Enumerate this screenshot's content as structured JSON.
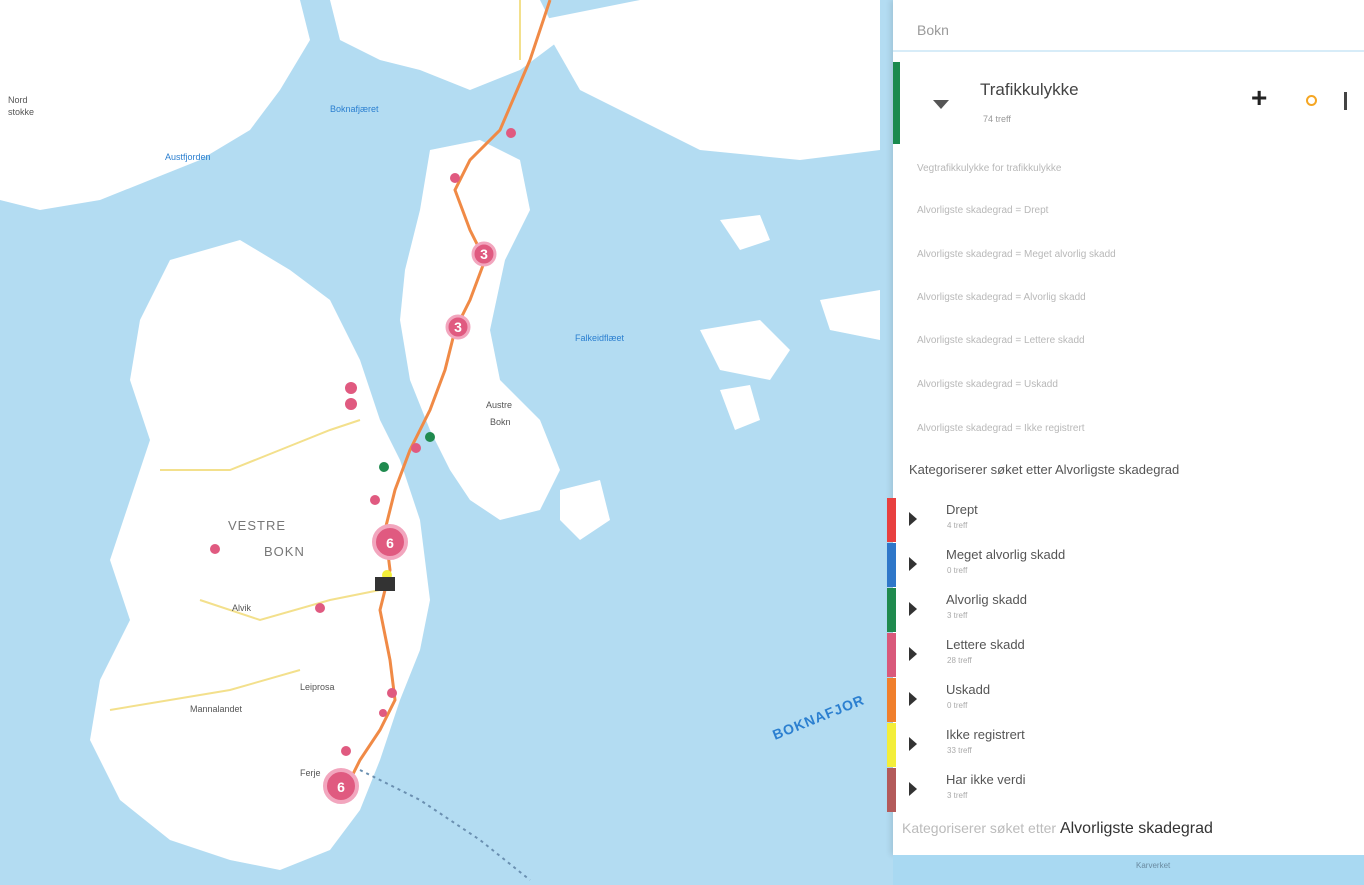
{
  "map": {
    "places": [
      {
        "id": "nord-stokke",
        "text": "Nord\nstokke"
      },
      {
        "id": "stokke",
        "text": "stokke"
      },
      {
        "id": "boknafjord-top",
        "text": "Boknafjæret"
      },
      {
        "id": "austfjorden",
        "text": "Austfjorden"
      },
      {
        "id": "falkeidflaeet",
        "text": "Falkeidflæet"
      },
      {
        "id": "vestre-1",
        "text": "VESTRE"
      },
      {
        "id": "vestre-2",
        "text": "BOKN"
      },
      {
        "id": "austre-1",
        "text": "Austre"
      },
      {
        "id": "austre-2",
        "text": "Bokn"
      },
      {
        "id": "leiprosa",
        "text": "Leiprosa"
      },
      {
        "id": "mannalandet",
        "text": "Mannalandet"
      },
      {
        "id": "alvik",
        "text": "Alvik"
      },
      {
        "id": "ferje",
        "text": "Ferje"
      }
    ],
    "fjord_label": "BOKNAFJOR",
    "clusters": [
      {
        "id": "cluster-3a",
        "count": "3"
      },
      {
        "id": "cluster-3b",
        "count": "3"
      },
      {
        "id": "cluster-6a",
        "count": "6"
      },
      {
        "id": "cluster-6b",
        "count": "6"
      }
    ]
  },
  "panel": {
    "search_text": "Bokn",
    "layer": {
      "title": "Trafikkulykke",
      "count": "74 treff",
      "add_icon": "plus-icon",
      "color_icon": "ring-icon",
      "more_icon": "more-icon"
    },
    "filters": [
      "Vegtrafikkulykke for trafikkulykke",
      "Alvorligste skadegrad = Drept",
      "Alvorligste skadegrad = Meget alvorlig skadd",
      "Alvorligste skadegrad = Alvorlig skadd",
      "Alvorligste skadegrad = Lettere skadd",
      "Alvorligste skadegrad = Uskadd",
      "Alvorligste skadegrad = Ikke registrert"
    ],
    "categorize_label": "Kategoriserer søket etter Alvorligste skadegrad",
    "categories": [
      {
        "label": "Drept",
        "count": "4 treff",
        "color": "#e8403f"
      },
      {
        "label": "Meget alvorlig skadd",
        "count": "0 treff",
        "color": "#2f77c9"
      },
      {
        "label": "Alvorlig skadd",
        "count": "3 treff",
        "color": "#1f8a4e"
      },
      {
        "label": "Lettere skadd",
        "count": "28 treff",
        "color": "#d9597b"
      },
      {
        "label": "Uskadd",
        "count": "0 treff",
        "color": "#f07f2c"
      },
      {
        "label": "Ikke registrert",
        "count": "33 treff",
        "color": "#f3ee3a"
      },
      {
        "label": "Har ikke verdi",
        "count": "3 treff",
        "color": "#b35a5a"
      }
    ],
    "categorize_footer_prefix": "Kategoriserer søket etter",
    "categorize_footer_value": "Alvorligste skadegrad"
  },
  "bottom_bar": {
    "text": "Karverket"
  }
}
